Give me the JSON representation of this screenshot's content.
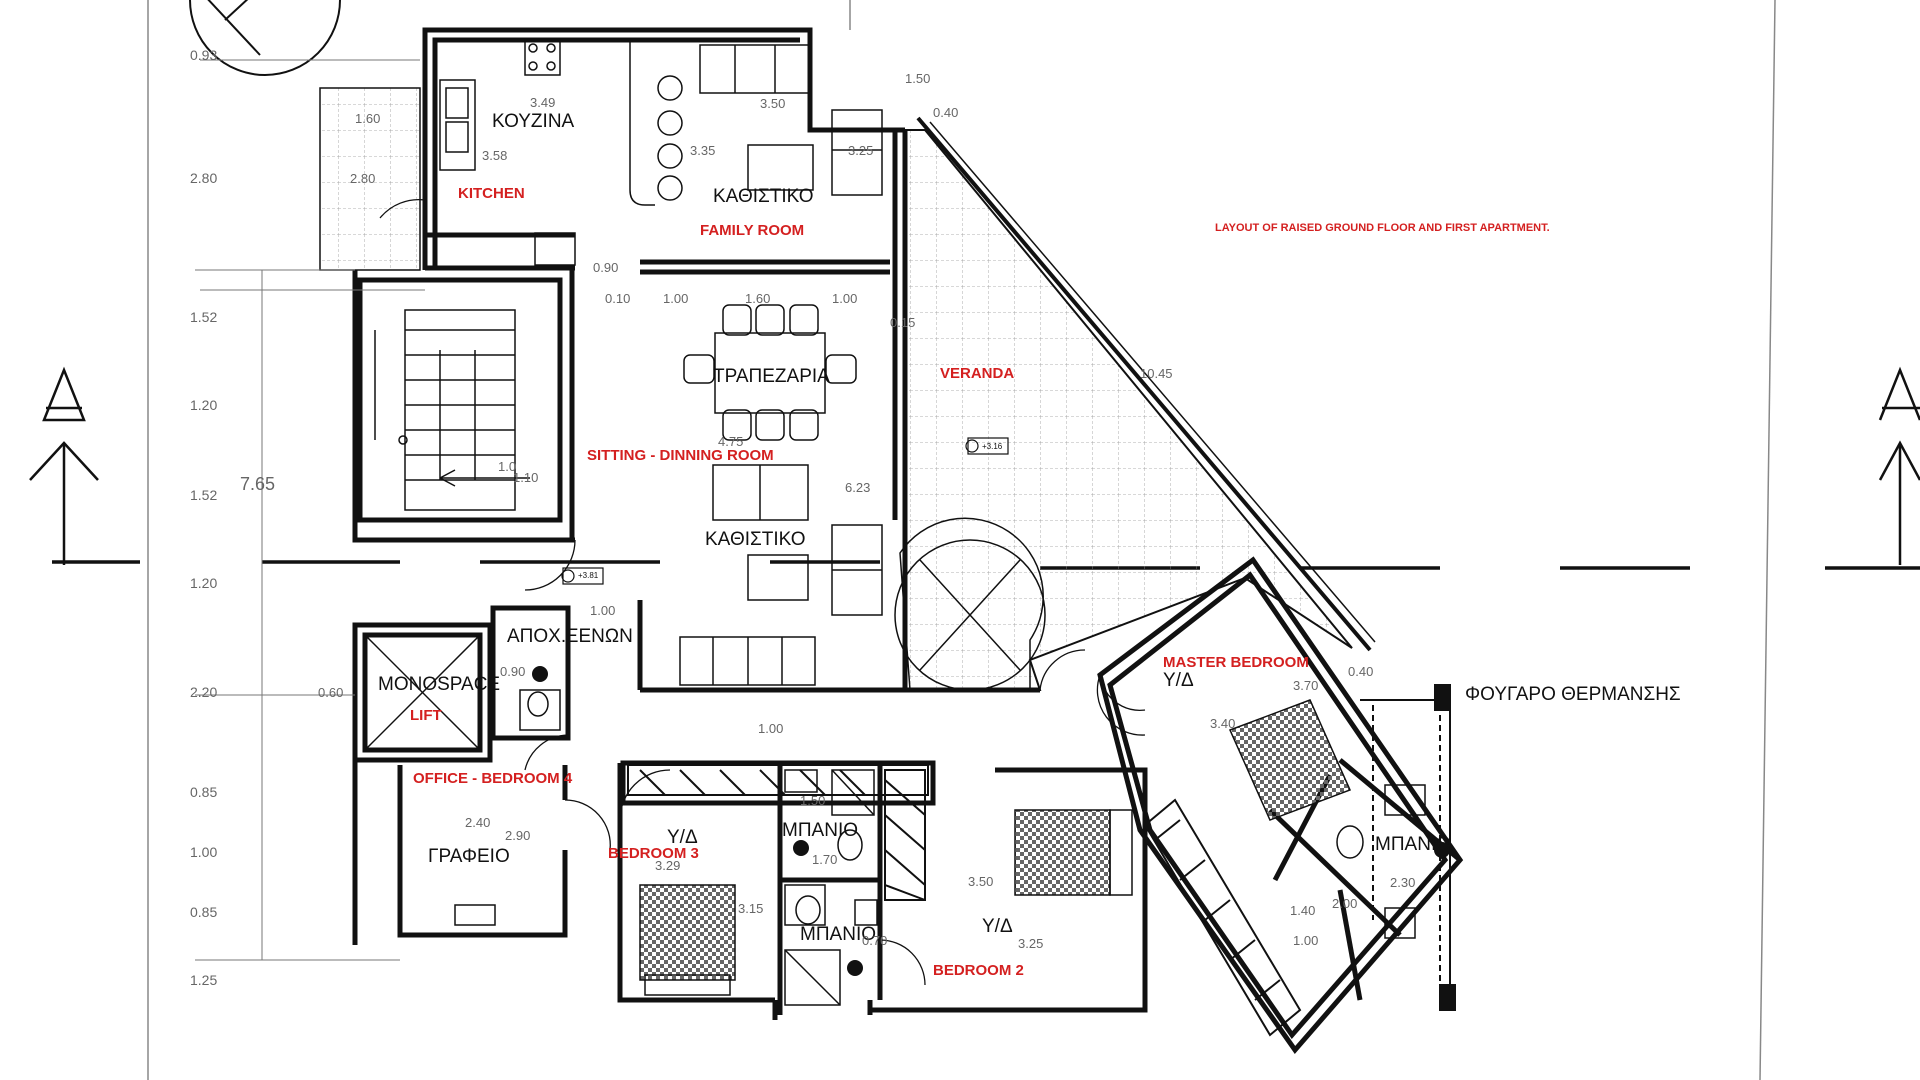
{
  "title_note": "LAYOUT OF RAISED GROUND FLOOR AND FIRST  APARTMENT.",
  "rooms_greek": {
    "kitchen": "ΚΟΥΖΙΝΑ",
    "living_top": "ΚΑΘΙΣΤΙΚΟ",
    "dining": "ΤΡΑΠΕΖΑΡΙΑ",
    "living_mid": "ΚΑΘΙΣΤΙΚΟ",
    "guest_wc": "ΑΠΟΧ.ΞΕΝΩΝ",
    "office": "ΓΡΑΦΕΙΟ",
    "bath_a": "ΜΠΑΝΙΟ",
    "bath_b": "ΜΠΑΝΙΟ",
    "bath_master": "ΜΠΑΝΙΟ",
    "bed3": "Υ/Δ",
    "bed2": "Υ/Δ",
    "master": "Υ/Δ",
    "chimney": "ΦΟΥΓΑΡΟ ΘΕΡΜΑΝΣΗΣ",
    "monospace": "MONOSPACE"
  },
  "rooms_english": {
    "kitchen": "KITCHEN",
    "family": "FAMILY ROOM",
    "veranda": "VERANDA",
    "sitting": "SITTING - DINNING ROOM",
    "lift": "LIFT",
    "office": "OFFICE - BEDROOM 4",
    "bed3": "BEDROOM 3",
    "bed2": "BEDROOM 2",
    "master": "MASTER BEDROOM"
  },
  "axis_dims": [
    "0.93",
    "2.80",
    "1.52",
    "1.20",
    "1.52",
    "1.20",
    "2.20",
    "0.85",
    "1.00",
    "0.85",
    "1.25"
  ],
  "total_dim": "7.65",
  "dims": {
    "d349": "3.49",
    "d160": "1.60",
    "d358": "3.58",
    "d280": "2.80",
    "d350": "3.50",
    "d335": "3.35",
    "d325a": "3.25",
    "d150": "1.50",
    "d040a": "0.40",
    "d090a": "0.90",
    "d010": "0.10",
    "d100a": "1.00",
    "d160b": "1.60",
    "d100b": "1.00",
    "d015": "0.15",
    "d1045": "10.45",
    "d475": "4.75",
    "d623": "6.23",
    "d10a": "1.0",
    "d10b": "1.10",
    "d100c": "1.00",
    "d090b": "0.90",
    "d060": "0.60",
    "d100d": "1.00",
    "d240": "2.40",
    "d290": "2.90",
    "d150b": "1.50",
    "d329": "3.29",
    "d170": "1.70",
    "d315": "3.15",
    "d070": "0.70",
    "d350b": "3.50",
    "d325b": "3.25",
    "d370": "3.70",
    "d340": "3.40",
    "d040b": "0.40",
    "d230": "2.30",
    "d200": "2.00",
    "d140": "1.40",
    "d100e": "1.00"
  },
  "levels": {
    "l1": "+3.81",
    "l2": "+3.16"
  },
  "section_mark": "A",
  "colors": {
    "line": "#111111",
    "dim": "#666666",
    "red_label": "#d42020",
    "hatch": "#9a9a9a"
  }
}
